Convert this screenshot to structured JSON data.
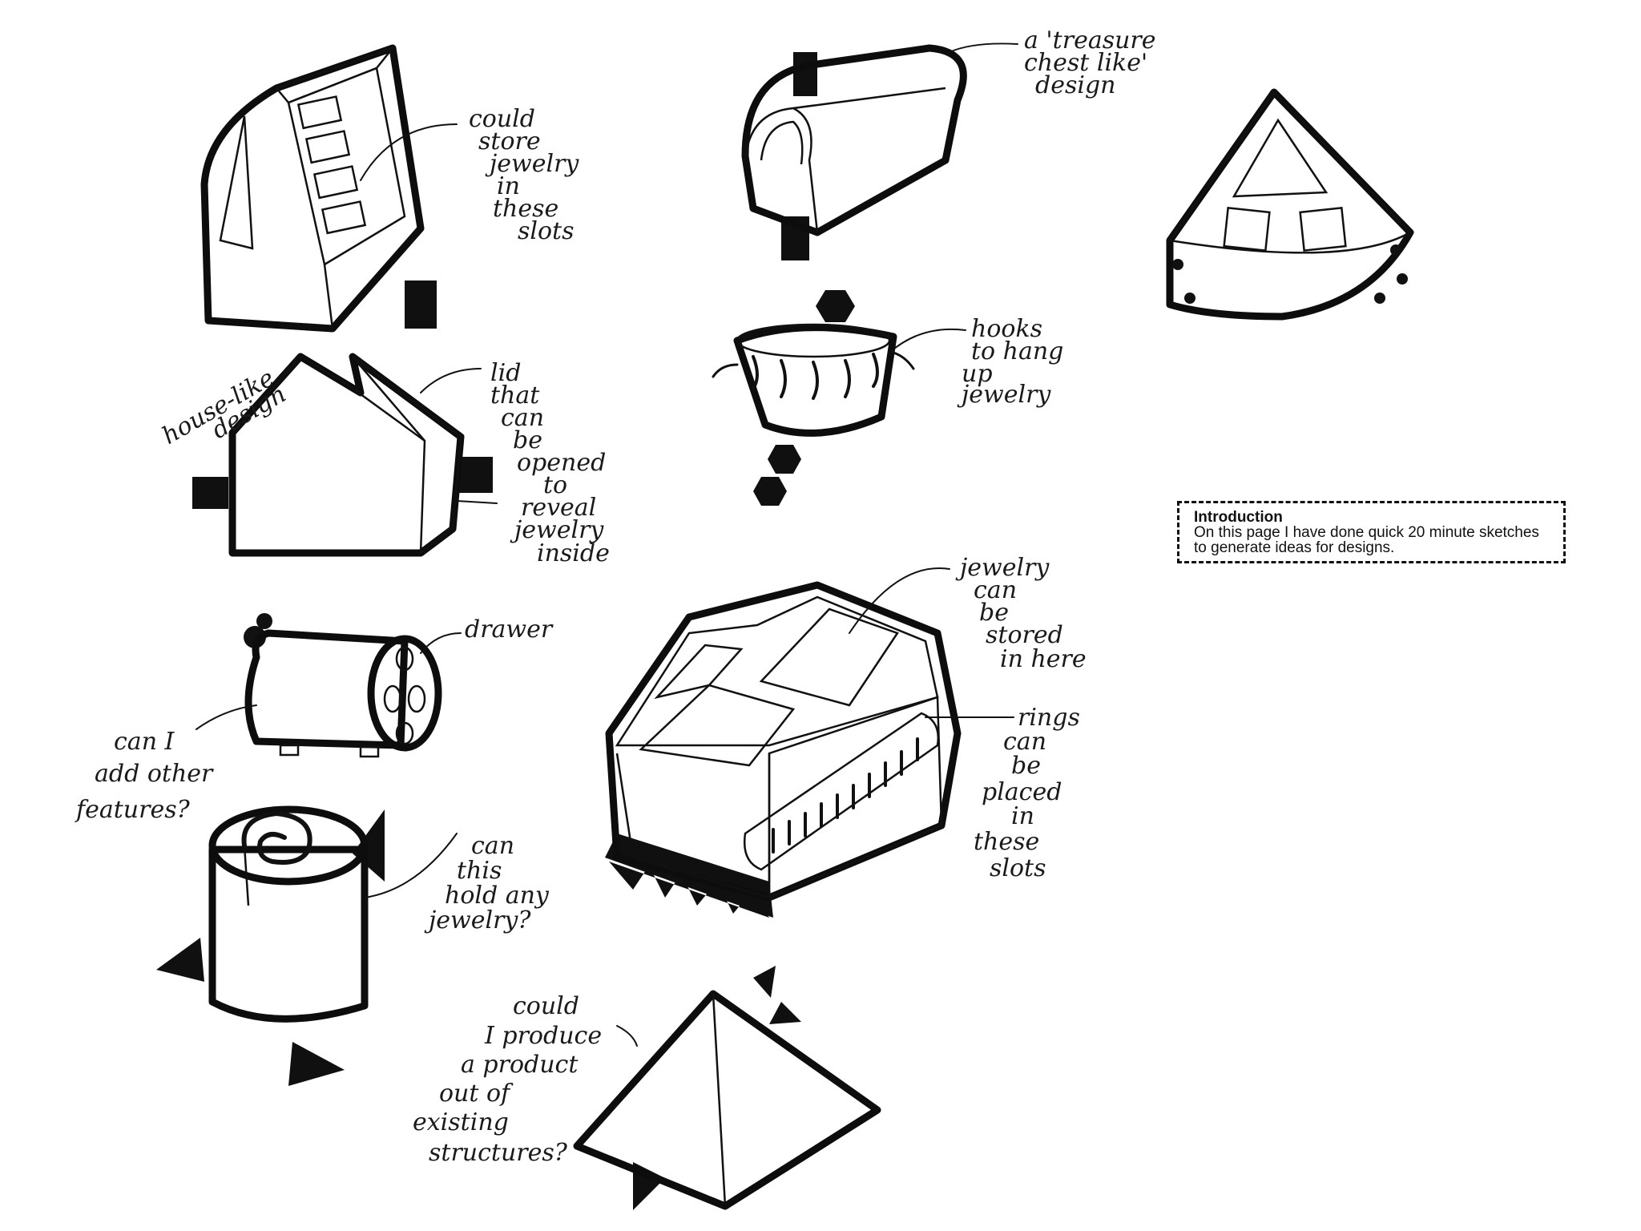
{
  "intro": {
    "title": "Introduction",
    "body": "On this page I have done quick 20 minute sketches to generate ideas for designs."
  },
  "annotations": {
    "slots_lines": [
      "could",
      "store",
      "jewelry",
      "in",
      "these",
      "slots"
    ],
    "treasure_lines": [
      "a 'treasure",
      "chest like'",
      "design"
    ],
    "hooks_lines": [
      "hooks",
      "to hang",
      "up",
      "jewelry"
    ],
    "house_lines": [
      "house-like",
      "design"
    ],
    "lid_lines": [
      "lid",
      "that",
      "can",
      "be",
      "opened",
      "to",
      "reveal",
      "jewelry",
      "inside"
    ],
    "drawer": "drawer",
    "features_lines": [
      "can I",
      "add other",
      "features?"
    ],
    "stored_lines": [
      "jewelry",
      "can",
      "be",
      "stored",
      "in here"
    ],
    "rings_lines": [
      "rings",
      "can",
      "be",
      "placed",
      "in",
      "these",
      "slots"
    ],
    "hold_lines": [
      "can",
      "this",
      "hold any",
      "jewelry?"
    ],
    "structures_lines": [
      "could",
      "I produce",
      "a product",
      "out of",
      "existing",
      "structures?"
    ]
  },
  "colors": {
    "ink": "#111111",
    "paper": "#ffffff",
    "shade": "#9a9a9a"
  }
}
